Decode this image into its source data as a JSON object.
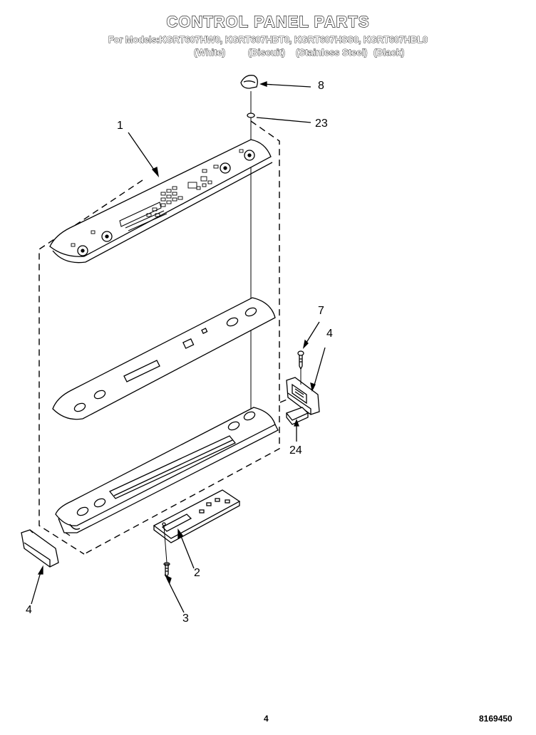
{
  "title": "CONTROL PANEL PARTS",
  "models_line": "For Models:KGRT607HW0, KGRT607HBT0, KGRT607HSS0, KGRT607HBL0",
  "variants": [
    "(White)",
    "(Biscuit)",
    "(Stainless Steel)",
    "(Black)"
  ],
  "callouts": {
    "c1": "1",
    "c2": "2",
    "c3": "3",
    "c4_left": "4",
    "c4_right": "4",
    "c7": "7",
    "c8": "8",
    "c23": "23",
    "c24": "24"
  },
  "footer": {
    "page": "4",
    "doc": "8169450"
  }
}
